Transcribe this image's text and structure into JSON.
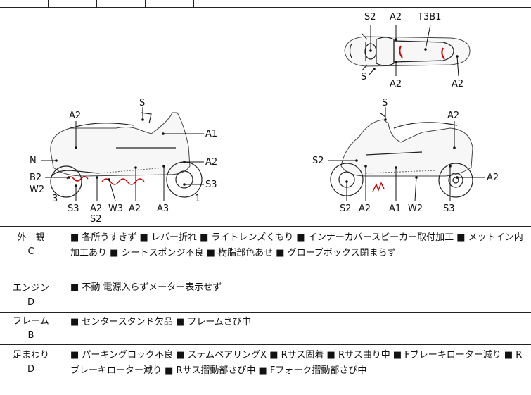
{
  "diagram": {
    "top_view_labels": [
      "S2",
      "A2",
      "T3B1",
      "S",
      "A2",
      "A2"
    ],
    "left_view_labels": [
      "S",
      "A2",
      "A1",
      "N",
      "A2",
      "B2",
      "W2",
      "S3",
      "3",
      "S3",
      "A2",
      "S2",
      "W3",
      "A2",
      "A3",
      "1"
    ],
    "right_view_labels": [
      "S",
      "A2",
      "S2",
      "A2",
      "S2",
      "A2",
      "A1",
      "W2",
      "S3"
    ]
  },
  "rows": [
    {
      "category": "外　観",
      "grade": "C",
      "text": "■ 各所うすきず ■ レバー折れ ■ ライトレンズくもり ■ インナーカバースピーカー取付加工 ■ メットイン内加工あり ■ シートスポンジ不良 ■ 樹脂部色あせ ■ グローブボックス閉まらず"
    },
    {
      "category": "エンジン",
      "grade": "D",
      "text": "■ 不動 電源入らずメーター表示せず"
    },
    {
      "category": "フレーム",
      "grade": "B",
      "text": "■ センタースタンド欠品 ■ フレームさび中"
    },
    {
      "category": "足まわり",
      "grade": "D",
      "text": "■ パーキングロック不良 ■ ステムベアリングX ■ Rサス固着 ■ Rサス曲り中 ■ Fブレーキローター減り ■ Rブレーキローター減り ■ Rサス摺動部さび中 ■ Fフォーク摺動部さび中"
    }
  ]
}
